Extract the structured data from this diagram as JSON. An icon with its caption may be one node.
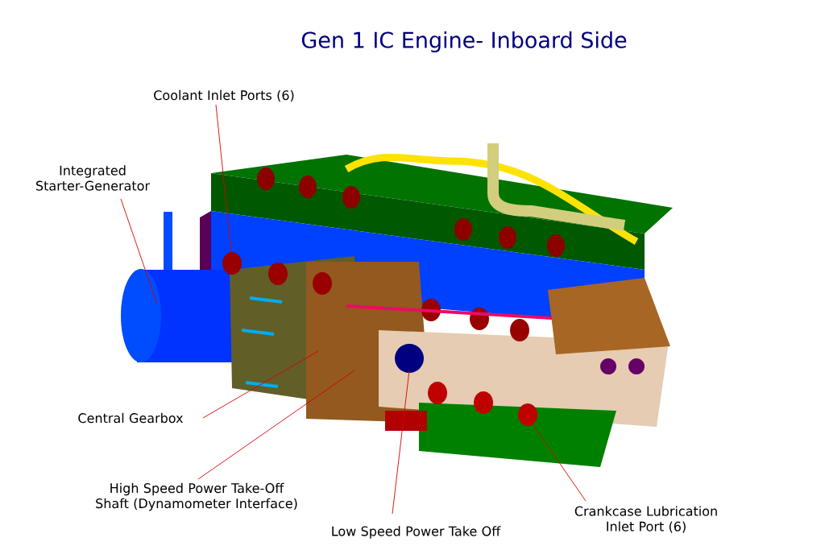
{
  "diagram": {
    "title": "Gen 1 IC Engine- Inboard Side",
    "nodes": [
      {
        "text": [
          "Coolant Inlet Ports (6)"
        ]
      },
      {
        "text": [
          "Integrated Starter-Generator"
        ]
      },
      {
        "text": [
          "Central Gearbox"
        ]
      },
      {
        "text": [
          "High Speed Power Take-Off Shaft (Dynamometer Interface)"
        ]
      },
      {
        "text": [
          "Low Speed Power Take Off"
        ]
      },
      {
        "text": [
          "Crankcase Lubrication Inlet Port (6)"
        ]
      }
    ],
    "edges": [
      {
        "from": 0,
        "to": null,
        "arrow": "none"
      },
      {
        "from": 1,
        "to": null,
        "arrow": "none"
      },
      {
        "from": 2,
        "to": null,
        "arrow": "none"
      },
      {
        "from": 3,
        "to": null,
        "arrow": "none"
      },
      {
        "from": 4,
        "to": null,
        "arrow": "none"
      },
      {
        "from": 5,
        "to": null,
        "arrow": "none"
      }
    ]
  }
}
